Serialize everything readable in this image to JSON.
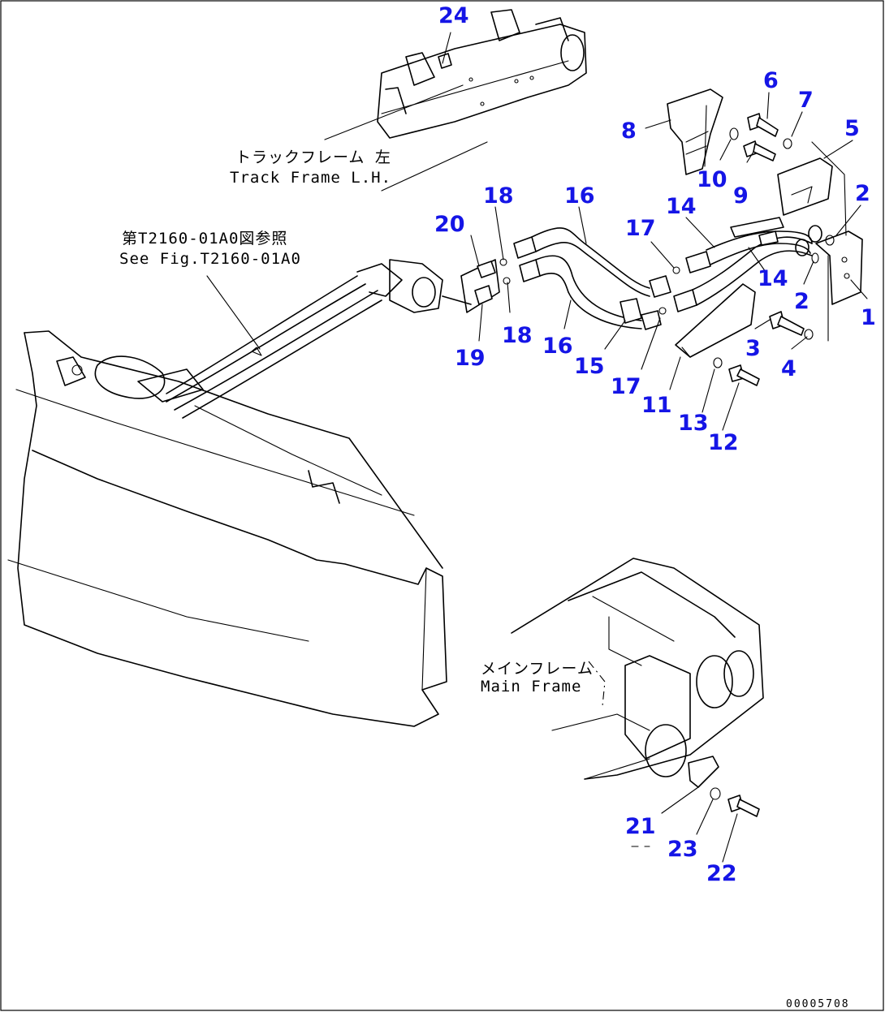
{
  "labels": {
    "track_frame_jp": "トラックフレーム 左",
    "track_frame_en": "Track Frame L.H.",
    "see_fig_jp": "第T2160-01A0図参照",
    "see_fig_en": "See Fig.T2160-01A0",
    "main_frame_jp": "メインフレーム",
    "main_frame_en": "Main Frame"
  },
  "callouts": [
    "1",
    "2",
    "2",
    "3",
    "4",
    "5",
    "6",
    "7",
    "8",
    "9",
    "10",
    "11",
    "12",
    "13",
    "14",
    "14",
    "15",
    "16",
    "16",
    "17",
    "17",
    "18",
    "18",
    "19",
    "20",
    "21",
    "22",
    "23",
    "24"
  ],
  "doc_number": "00005708",
  "colors": {
    "callout": "#1515e6",
    "line": "#000000",
    "background": "#ffffff"
  }
}
